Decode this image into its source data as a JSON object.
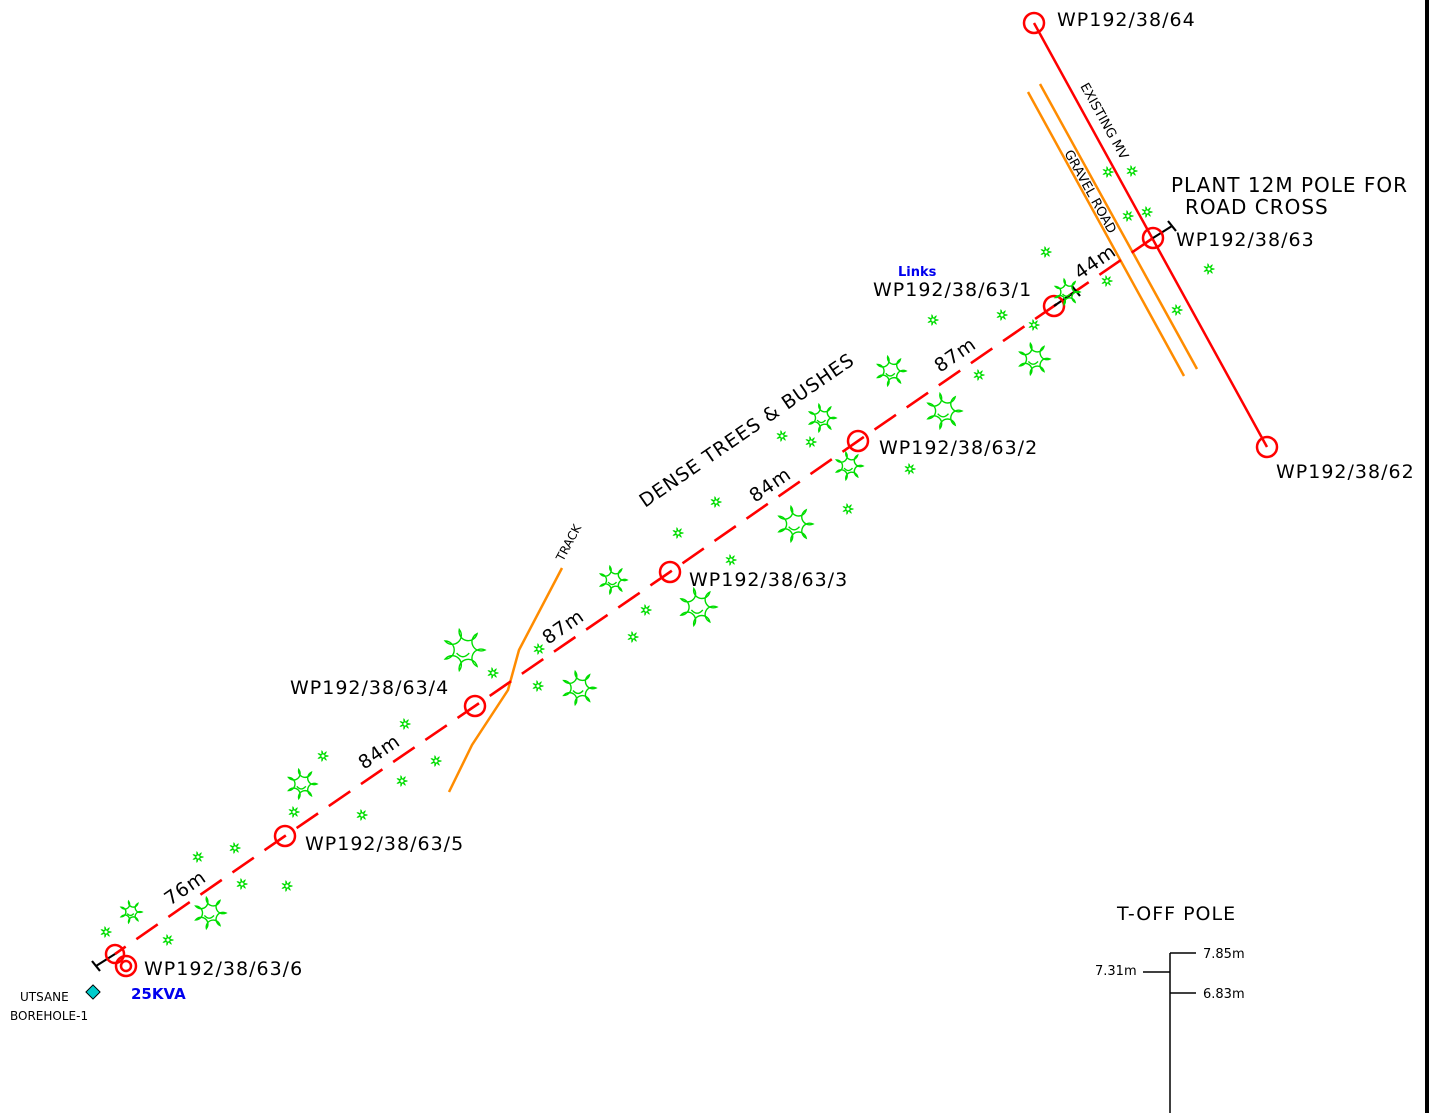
{
  "colors": {
    "line": "#ff0000",
    "road": "#ff8c00",
    "vegetation": "#00dd00",
    "accent_text": "#0000ee",
    "borehole": "#00cccc",
    "ink": "#000000"
  },
  "poles": {
    "p64": "WP192/38/64",
    "p63": "WP192/38/63",
    "p62": "WP192/38/62",
    "p63_1": "WP192/38/63/1",
    "p63_2": "WP192/38/63/2",
    "p63_3": "WP192/38/63/3",
    "p63_4": "WP192/38/63/4",
    "p63_5": "WP192/38/63/5",
    "p63_6": "WP192/38/63/6"
  },
  "spans": [
    "44m",
    "87m",
    "84m",
    "87m",
    "84m",
    "76m"
  ],
  "notes": {
    "plant_line1": "PLANT 12M POLE FOR",
    "plant_line2": "ROAD CROSS",
    "existing_mv": "EXISTING MV",
    "gravel_road": "GRAVEL ROAD",
    "dense_trees": "DENSE TREES & BUSHES",
    "track": "TRACK",
    "links": "Links",
    "transformer": "25KVA",
    "borehole_line1": "UTSANE",
    "borehole_line2": "BOREHOLE-1"
  },
  "toff": {
    "title": "T-OFF POLE",
    "top": "7.85m",
    "left": "7.31m",
    "bottom": "6.83m"
  },
  "icons": {
    "pole": "red-circle-pole-icon",
    "transformer": "double-circle-transformer-icon",
    "borehole": "diamond-borehole-icon",
    "bush": "bush-cloud-icon",
    "stay": "stay-wire-icon"
  }
}
